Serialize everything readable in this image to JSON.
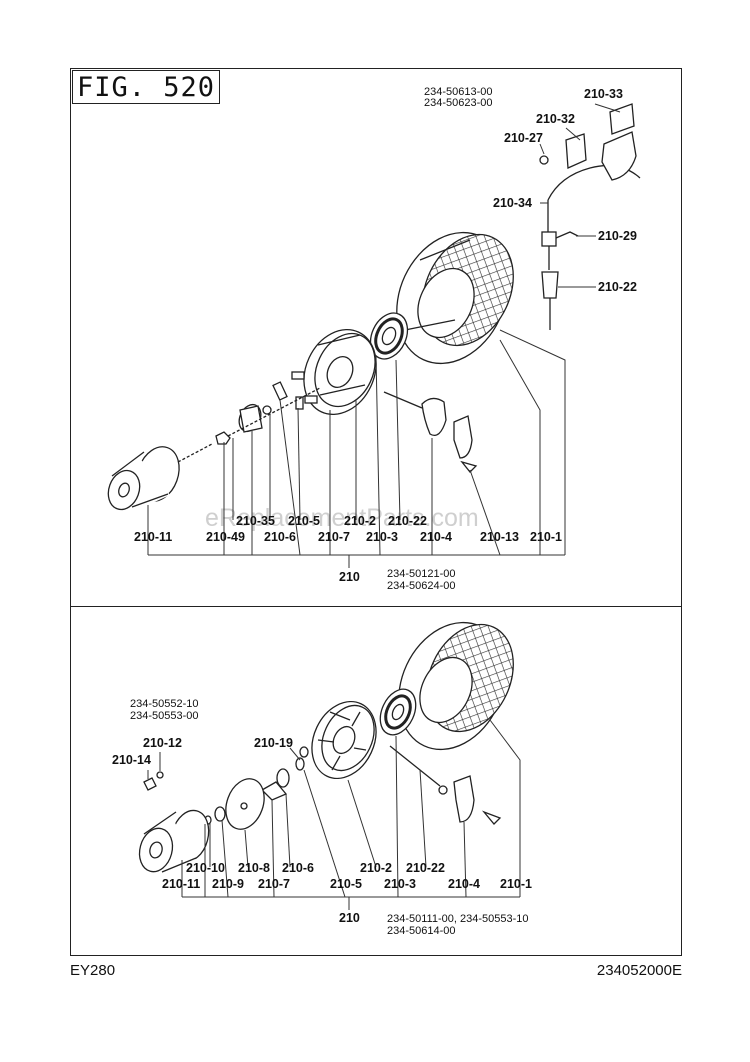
{
  "figure_title": "FIG. 520",
  "watermark": "eReplacementParts.com",
  "model": "EY280",
  "doc_number": "234052000E",
  "top": {
    "assembly_label": "210",
    "assembly_part_numbers": [
      "234-50121-00",
      "234-50624-00"
    ],
    "cable_part_numbers": [
      "234-50613-00",
      "234-50623-00"
    ],
    "callouts": {
      "c210_33": "210-33",
      "c210_32": "210-32",
      "c210_27": "210-27",
      "c210_34": "210-34",
      "c210_29": "210-29",
      "c210_22_side": "210-22"
    },
    "bottom_row_upper": [
      "210-35",
      "210-5",
      "210-2",
      "210-22"
    ],
    "bottom_row_lower": [
      "210-11",
      "210-49",
      "210-6",
      "210-7",
      "210-3",
      "210-4",
      "210-13",
      "210-1"
    ]
  },
  "bottom": {
    "assembly_label": "210",
    "assembly_part_numbers": [
      "234-50111-00, 234-50553-10",
      "234-50614-00"
    ],
    "pulley_part_numbers": [
      "234-50552-10",
      "234-50553-00"
    ],
    "callouts": {
      "c210_12": "210-12",
      "c210_14": "210-14",
      "c210_19": "210-19"
    },
    "row_upper": [
      "210-10",
      "210-8",
      "210-6",
      "210-2",
      "210-22"
    ],
    "row_lower": [
      "210-11",
      "210-9",
      "210-7",
      "210-5",
      "210-3",
      "210-4",
      "210-1"
    ]
  }
}
